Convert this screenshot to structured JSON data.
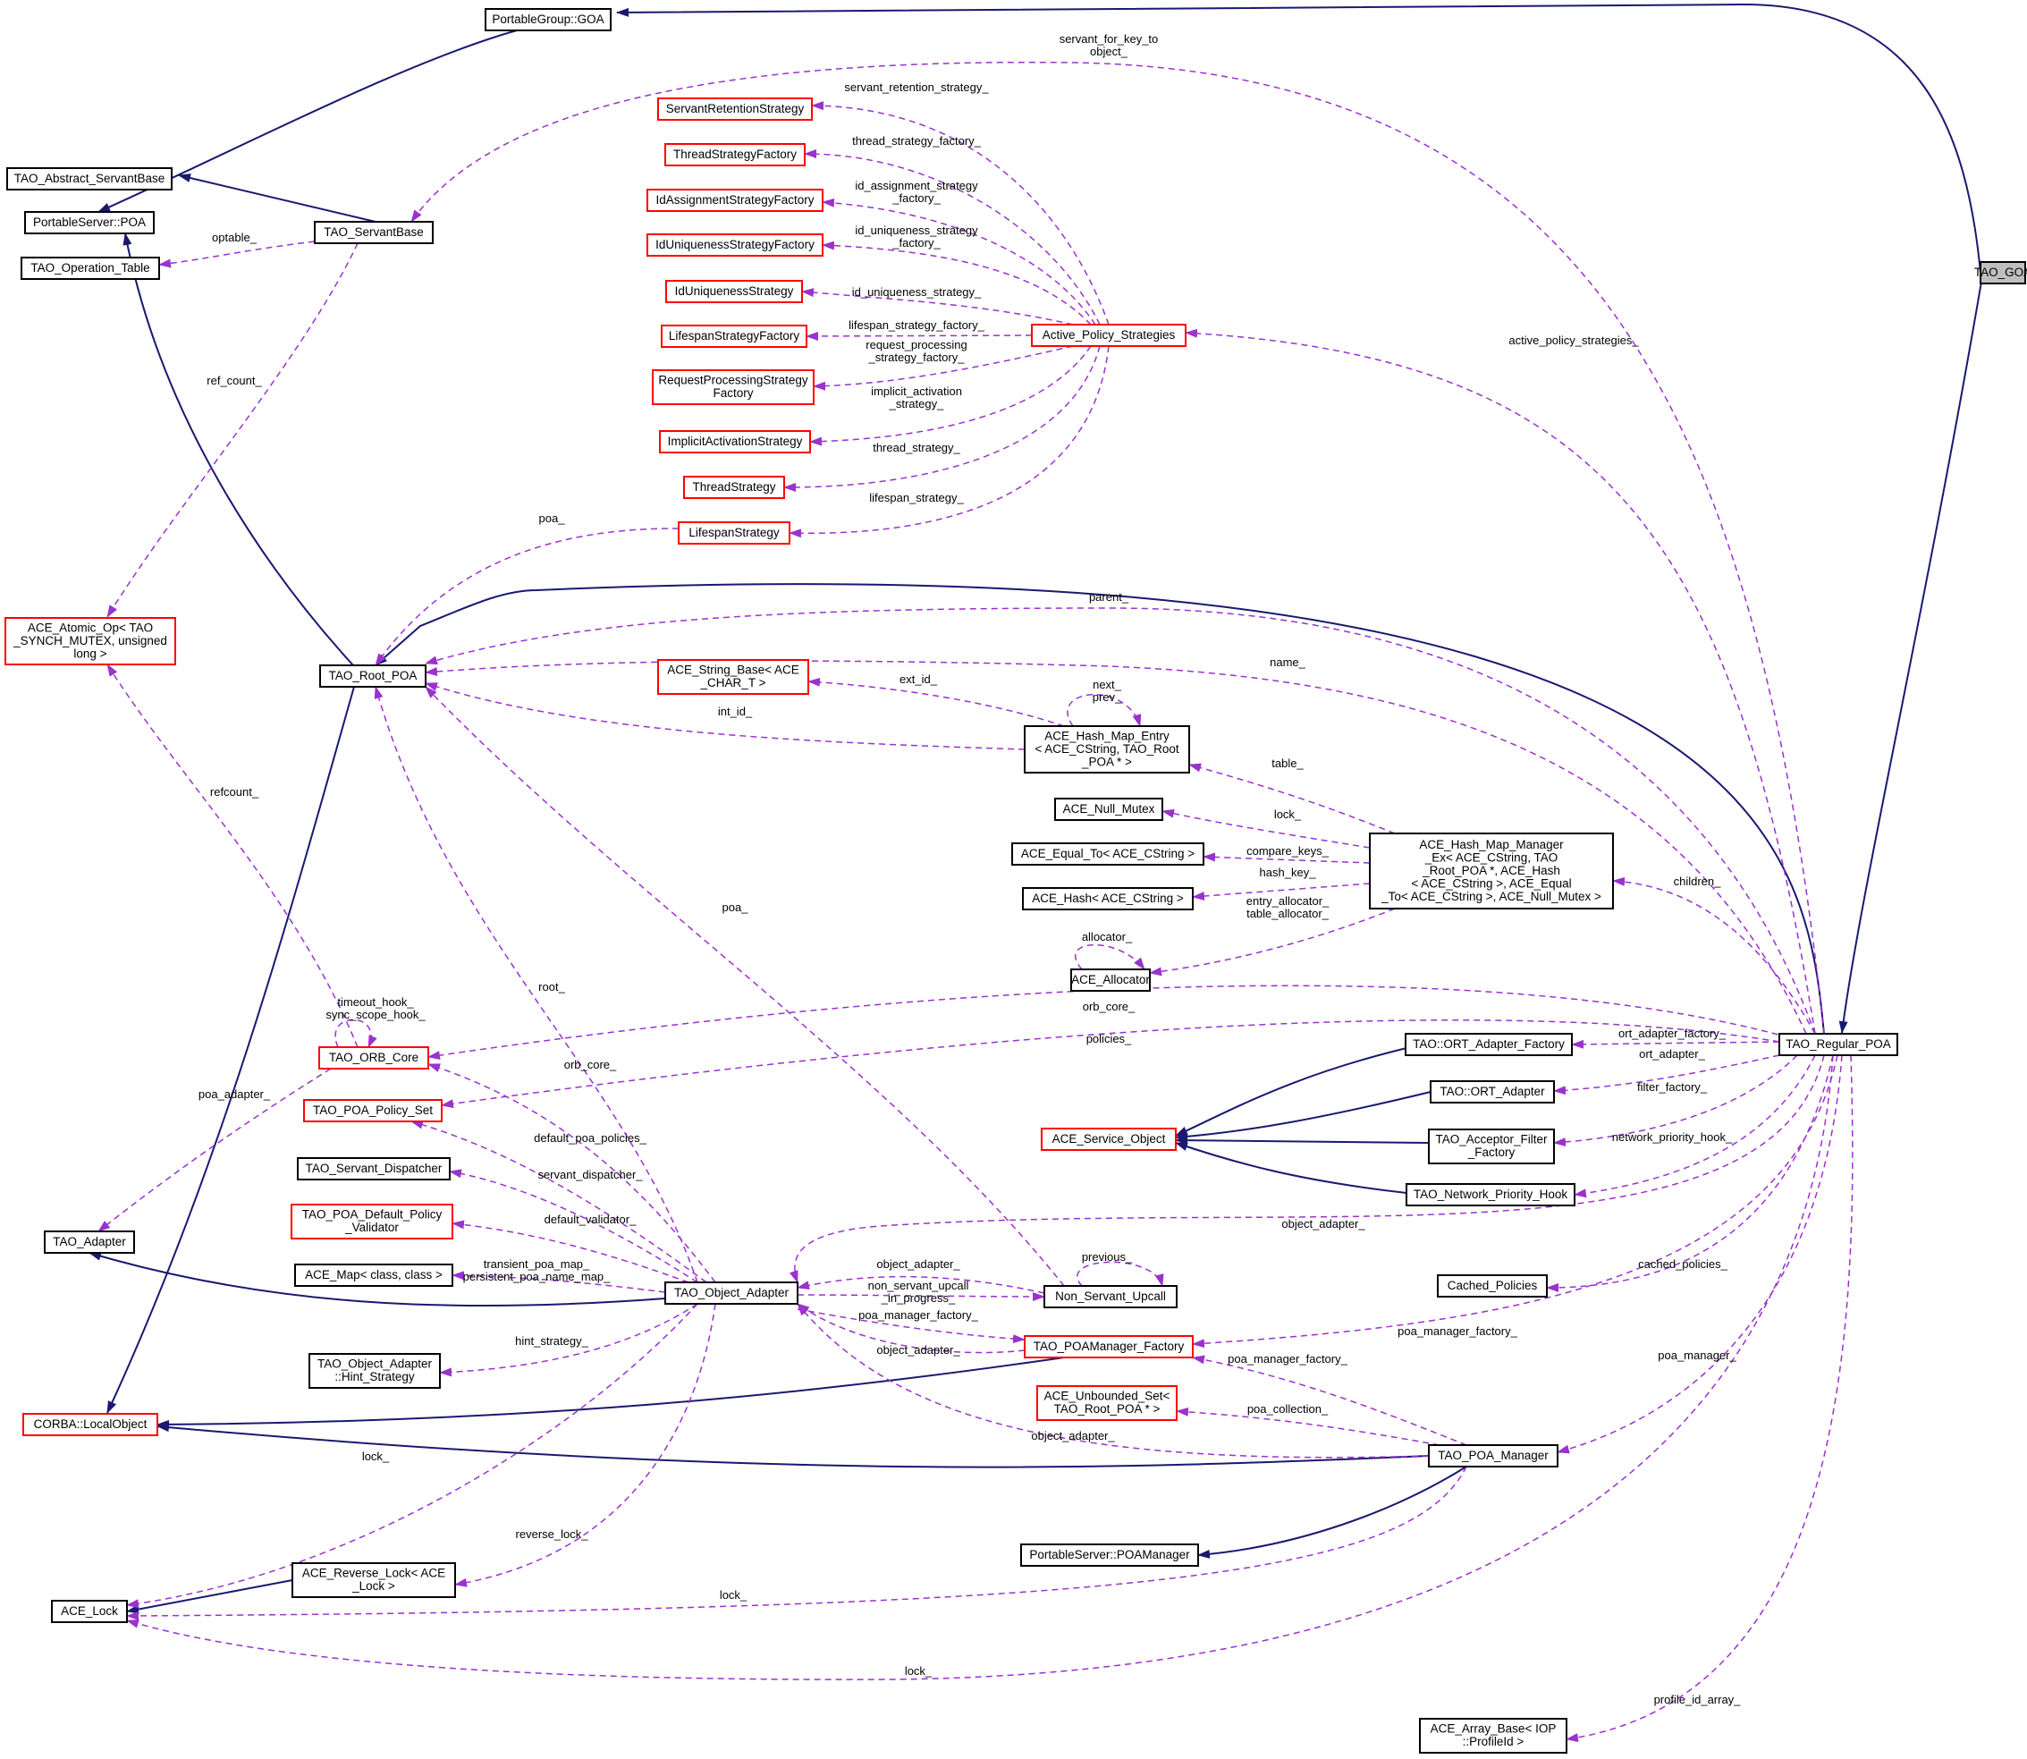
{
  "colors": {
    "border_normal": "#000000",
    "border_incomplete": "#ff0000",
    "highlight_fill": "#bfbfbf",
    "inherit_edge": "#191970",
    "usage_edge": "#9a32cd"
  },
  "nodes": [
    {
      "id": "goa",
      "lines": [
        "PortableGroup::GOA"
      ],
      "border": "normal"
    },
    {
      "id": "abstract_servantbase",
      "lines": [
        "TAO_Abstract_ServantBase"
      ],
      "border": "normal"
    },
    {
      "id": "ps_poa",
      "lines": [
        "PortableServer::POA"
      ],
      "border": "normal"
    },
    {
      "id": "op_table",
      "lines": [
        "TAO_Operation_Table"
      ],
      "border": "normal"
    },
    {
      "id": "servantbase",
      "lines": [
        "TAO_ServantBase"
      ],
      "border": "normal"
    },
    {
      "id": "atomic_op",
      "lines": [
        "ACE_Atomic_Op< TAO",
        "_SYNCH_MUTEX, unsigned",
        "long >"
      ],
      "border": "incomplete"
    },
    {
      "id": "root_poa",
      "lines": [
        "TAO_Root_POA"
      ],
      "border": "normal"
    },
    {
      "id": "orb_core",
      "lines": [
        "TAO_ORB_Core"
      ],
      "border": "incomplete"
    },
    {
      "id": "poa_policy_set",
      "lines": [
        "TAO_POA_Policy_Set"
      ],
      "border": "incomplete"
    },
    {
      "id": "servant_dispatcher",
      "lines": [
        "TAO_Servant_Dispatcher"
      ],
      "border": "normal"
    },
    {
      "id": "default_policy_validator",
      "lines": [
        "TAO_POA_Default_Policy",
        "_Validator"
      ],
      "border": "incomplete"
    },
    {
      "id": "adapter",
      "lines": [
        "TAO_Adapter"
      ],
      "border": "normal"
    },
    {
      "id": "ace_map",
      "lines": [
        "ACE_Map< class, class >"
      ],
      "border": "normal"
    },
    {
      "id": "object_adapter",
      "lines": [
        "TAO_Object_Adapter"
      ],
      "border": "normal"
    },
    {
      "id": "hint_strategy",
      "lines": [
        "TAO_Object_Adapter",
        "::Hint_Strategy"
      ],
      "border": "normal"
    },
    {
      "id": "local_object",
      "lines": [
        "CORBA::LocalObject"
      ],
      "border": "incomplete"
    },
    {
      "id": "reverse_lock",
      "lines": [
        "ACE_Reverse_Lock< ACE",
        "_Lock >"
      ],
      "border": "normal"
    },
    {
      "id": "ace_lock",
      "lines": [
        "ACE_Lock"
      ],
      "border": "normal"
    },
    {
      "id": "servant_retention",
      "lines": [
        "ServantRetentionStrategy"
      ],
      "border": "incomplete"
    },
    {
      "id": "thread_strategy_factory",
      "lines": [
        "ThreadStrategyFactory"
      ],
      "border": "incomplete"
    },
    {
      "id": "id_assignment_factory",
      "lines": [
        "IdAssignmentStrategyFactory"
      ],
      "border": "incomplete"
    },
    {
      "id": "id_uniqueness_factory",
      "lines": [
        "IdUniquenessStrategyFactory"
      ],
      "border": "incomplete"
    },
    {
      "id": "id_uniqueness",
      "lines": [
        "IdUniquenessStrategy"
      ],
      "border": "incomplete"
    },
    {
      "id": "lifespan_factory",
      "lines": [
        "LifespanStrategyFactory"
      ],
      "border": "incomplete"
    },
    {
      "id": "request_processing_factory",
      "lines": [
        "RequestProcessingStrategy",
        "Factory"
      ],
      "border": "incomplete"
    },
    {
      "id": "implicit_activation",
      "lines": [
        "ImplicitActivationStrategy"
      ],
      "border": "incomplete"
    },
    {
      "id": "thread_strategy",
      "lines": [
        "ThreadStrategy"
      ],
      "border": "incomplete"
    },
    {
      "id": "lifespan_strategy",
      "lines": [
        "LifespanStrategy"
      ],
      "border": "incomplete"
    },
    {
      "id": "active_policy_strategies",
      "lines": [
        "Active_Policy_Strategies"
      ],
      "border": "incomplete"
    },
    {
      "id": "string_base",
      "lines": [
        "ACE_String_Base< ACE",
        "_CHAR_T >"
      ],
      "border": "incomplete"
    },
    {
      "id": "hash_map_entry",
      "lines": [
        "ACE_Hash_Map_Entry",
        "< ACE_CString, TAO_Root",
        "_POA * >"
      ],
      "border": "normal"
    },
    {
      "id": "null_mutex",
      "lines": [
        "ACE_Null_Mutex"
      ],
      "border": "normal"
    },
    {
      "id": "equal_to",
      "lines": [
        "ACE_Equal_To< ACE_CString >"
      ],
      "border": "normal"
    },
    {
      "id": "ace_hash",
      "lines": [
        "ACE_Hash< ACE_CString >"
      ],
      "border": "normal"
    },
    {
      "id": "hash_map_manager",
      "lines": [
        "ACE_Hash_Map_Manager",
        "_Ex< ACE_CString, TAO",
        "_Root_POA *, ACE_Hash",
        "< ACE_CString >, ACE_Equal",
        "_To< ACE_CString >, ACE_Null_Mutex >"
      ],
      "border": "normal"
    },
    {
      "id": "ace_allocator",
      "lines": [
        "ACE_Allocator"
      ],
      "border": "normal"
    },
    {
      "id": "ort_adapter_factory",
      "lines": [
        "TAO::ORT_Adapter_Factory"
      ],
      "border": "normal"
    },
    {
      "id": "ort_adapter",
      "lines": [
        "TAO::ORT_Adapter"
      ],
      "border": "normal"
    },
    {
      "id": "service_object",
      "lines": [
        "ACE_Service_Object"
      ],
      "border": "incomplete"
    },
    {
      "id": "acceptor_filter_factory",
      "lines": [
        "TAO_Acceptor_Filter",
        "_Factory"
      ],
      "border": "normal"
    },
    {
      "id": "network_priority_hook",
      "lines": [
        "TAO_Network_Priority_Hook"
      ],
      "border": "normal"
    },
    {
      "id": "cached_policies",
      "lines": [
        "Cached_Policies"
      ],
      "border": "normal"
    },
    {
      "id": "non_servant_upcall",
      "lines": [
        "Non_Servant_Upcall"
      ],
      "border": "normal"
    },
    {
      "id": "poamanager_factory",
      "lines": [
        "TAO_POAManager_Factory"
      ],
      "border": "incomplete"
    },
    {
      "id": "unbounded_set",
      "lines": [
        "ACE_Unbounded_Set<",
        "TAO_Root_POA * >"
      ],
      "border": "incomplete"
    },
    {
      "id": "poa_manager",
      "lines": [
        "TAO_POA_Manager"
      ],
      "border": "normal"
    },
    {
      "id": "ps_poamanager",
      "lines": [
        "PortableServer::POAManager"
      ],
      "border": "normal"
    },
    {
      "id": "array_base",
      "lines": [
        "ACE_Array_Base< IOP",
        "::ProfileId >"
      ],
      "border": "normal"
    },
    {
      "id": "regular_poa",
      "lines": [
        "TAO_Regular_POA"
      ],
      "border": "normal"
    },
    {
      "id": "tao_goa",
      "lines": [
        "TAO_GOA"
      ],
      "border": "highlight"
    }
  ],
  "edge_labels": [
    "servant_for_key_to\nobject_",
    "servant_retention_strategy_",
    "thread_strategy_factory_",
    "id_assignment_strategy\n_factory_",
    "id_uniqueness_strategy\n_factory_",
    "id_uniqueness_strategy_",
    "lifespan_strategy_factory_",
    "request_processing\n_strategy_factory_",
    "implicit_activation\n_strategy_",
    "thread_strategy_",
    "lifespan_strategy_",
    "active_policy_strategies_",
    "optable_",
    "ref_count_",
    "poa_",
    "parent_",
    "name_",
    "ext_id_",
    "int_id_",
    "next_\nprev_",
    "table_",
    "lock_",
    "compare_keys_",
    "hash_key_",
    "entry_allocator_\ntable_allocator_",
    "allocator_",
    "children_",
    "refcount_",
    "poa_",
    "root_",
    "timeout_hook_\nsync_scope_hook_",
    "orb_core_",
    "policies_",
    "orb_core_",
    "poa_adapter_",
    "ort_adapter_factory_",
    "ort_adapter_",
    "filter_factory_",
    "network_priority_hook_",
    "default_poa_policies_",
    "servant_dispatcher_",
    "default_validator_",
    "object_adapter_",
    "transient_poa_map_\npersistent_poa_name_map_",
    "object_adapter_",
    "non_servant_upcall\n_in_progress_",
    "previous_",
    "cached_policies_",
    "poa_manager_factory_",
    "hint_strategy_",
    "poa_manager_factory_",
    "object_adapter_",
    "poa_manager_factory_",
    "poa_manager_",
    "poa_collection_",
    "object_adapter_",
    "lock_",
    "reverse_lock_",
    "lock_",
    "lock_",
    "profile_id_array_"
  ]
}
